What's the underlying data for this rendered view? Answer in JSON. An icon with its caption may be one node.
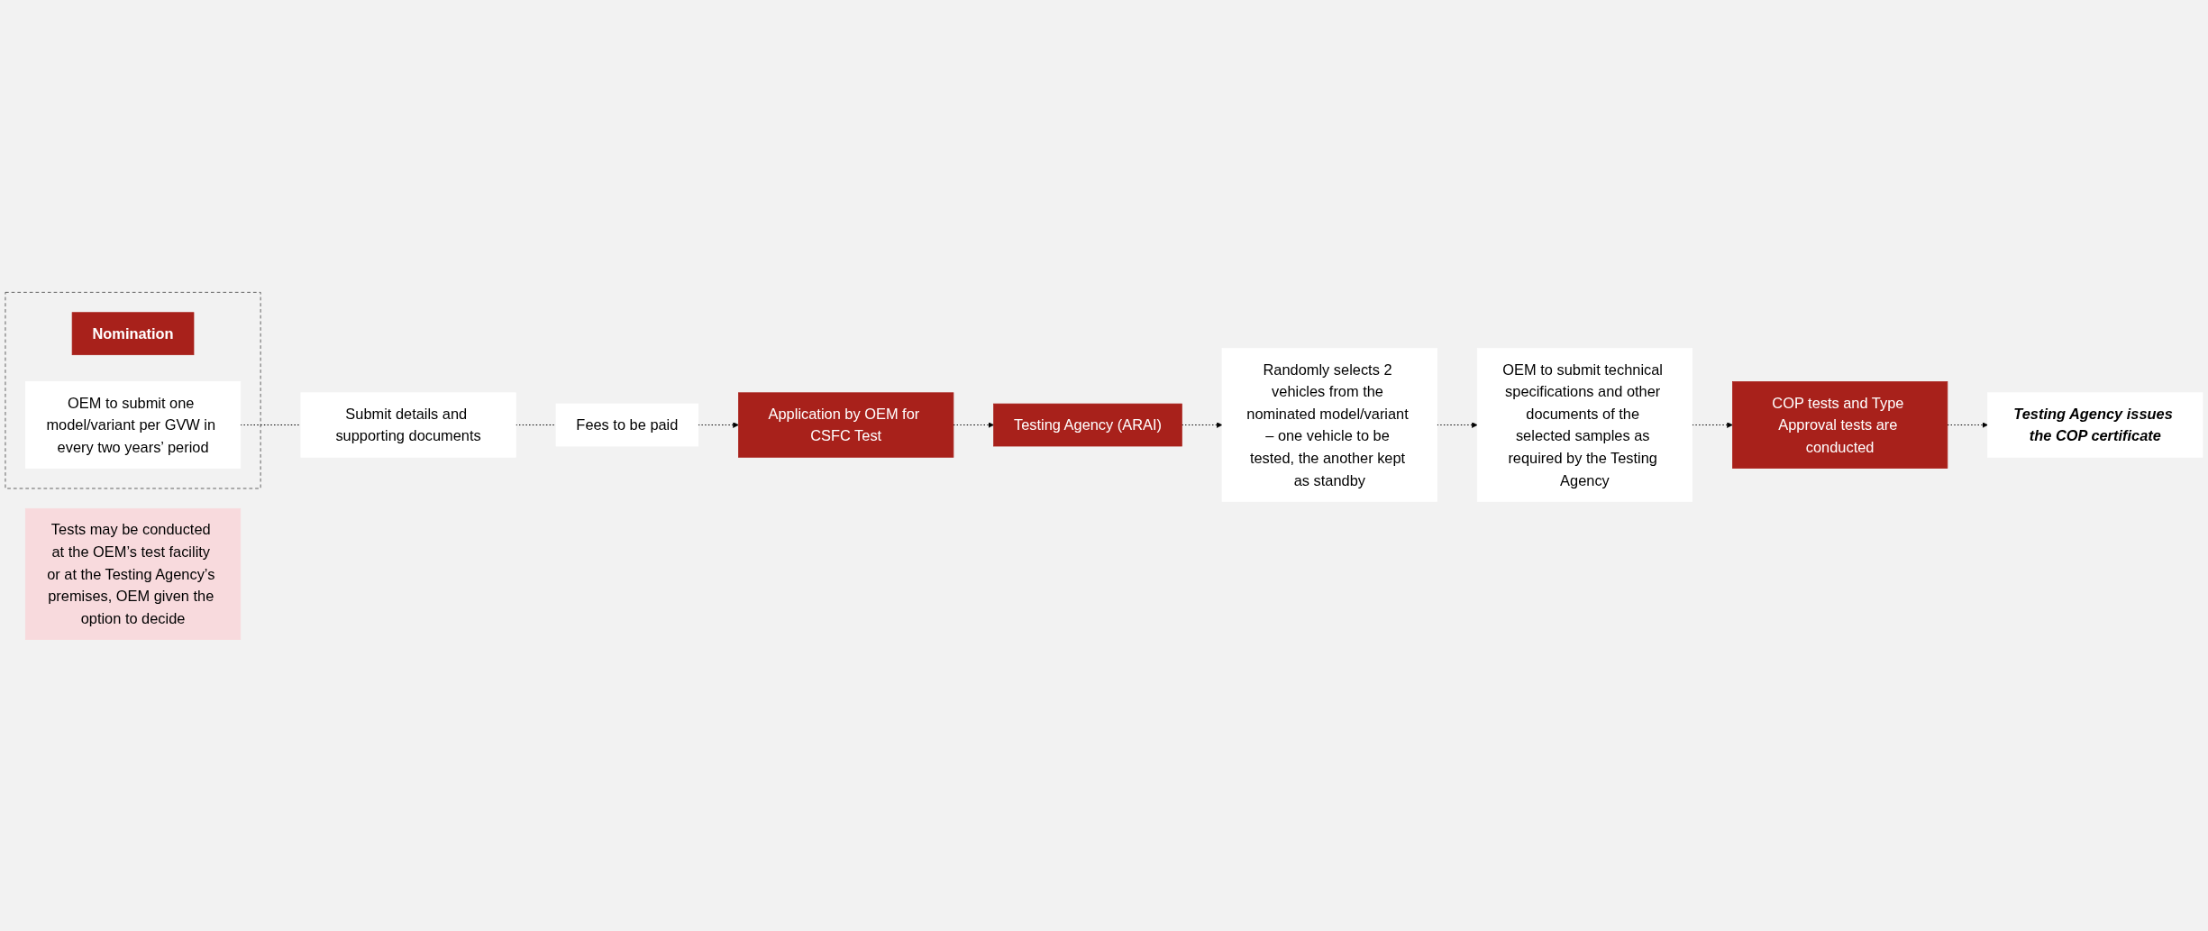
{
  "diagram": {
    "nodes": [
      {
        "text": [],
        "shape": "box"
      },
      {
        "text": [
          "Nomination"
        ],
        "in": 0
      },
      {
        "text": [
          "OEM to submit one model/variant per GVW in every two years’ period"
        ],
        "in": 0
      },
      {
        "text": [
          "Submit details and supporting documents"
        ]
      },
      {
        "text": [
          "Fees to be paid"
        ]
      },
      {
        "text": [
          "Application by OEM for CSFC Test"
        ]
      },
      {
        "text": [
          "Testing Agency (ARAI)"
        ]
      },
      {
        "text": [
          "Randomly selects 2 vehicles from the nominated model/variant – one vehicle to be tested, the another kept as standby"
        ]
      },
      {
        "text": [
          "Tests may be conducted at the OEM’s test facility or at the Testing Agency’s premises, OEM given the option to decide"
        ]
      },
      {
        "text": [
          "OEM to submit technical specifications and other documents of the selected samples as required by the Testing Agency"
        ]
      },
      {
        "text": [
          "COP tests and Type Approval tests are conducted"
        ]
      },
      {
        "text": [
          "Testing Agency issues the COP certificate"
        ]
      }
    ],
    "edges": [
      {
        "from": 2,
        "to": 3,
        "arrow": "none",
        "style": "dashed"
      },
      {
        "from": 3,
        "to": 4,
        "arrow": "none",
        "style": "dashed"
      },
      {
        "from": 4,
        "to": 5,
        "arrow": "to",
        "style": "dashed"
      },
      {
        "from": 5,
        "to": 6,
        "arrow": "to",
        "style": "dashed"
      },
      {
        "from": 6,
        "to": 7,
        "arrow": "to",
        "style": "dashed"
      },
      {
        "from": 7,
        "to": 9,
        "arrow": "to",
        "style": "dashed"
      },
      {
        "from": 9,
        "to": 10,
        "arrow": "to",
        "style": "dashed"
      },
      {
        "from": 10,
        "to": 11,
        "arrow": "to",
        "style": "dashed"
      }
    ]
  }
}
